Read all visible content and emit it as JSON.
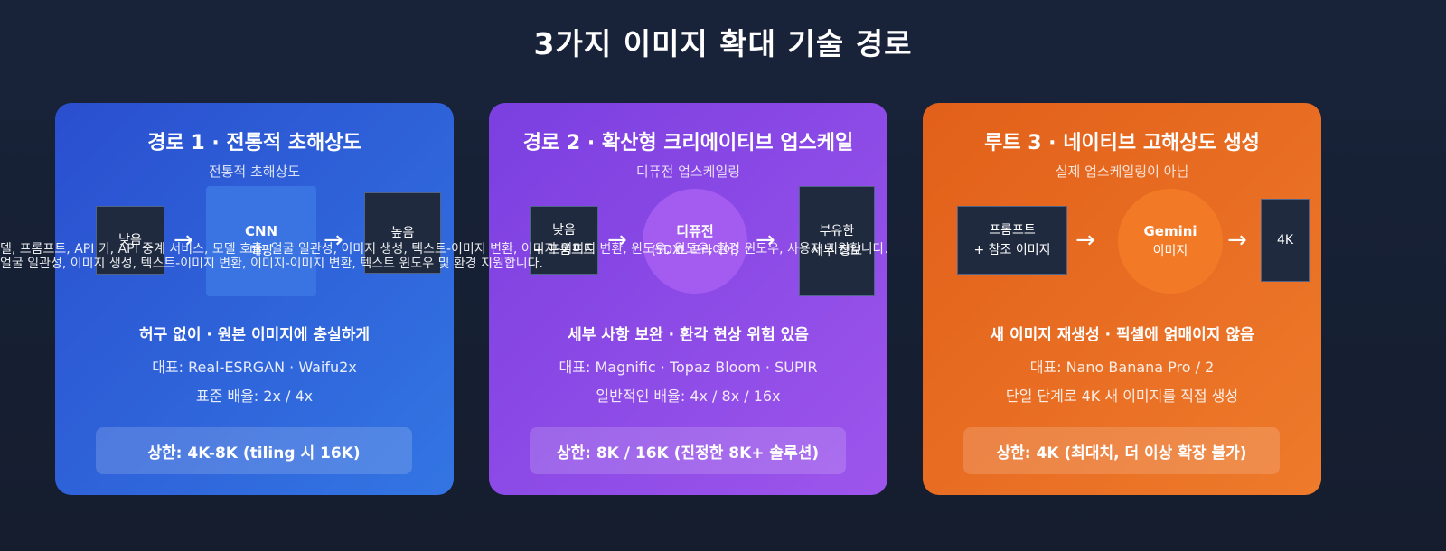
{
  "title": "3가지 이미지 확대 기술 경로",
  "overlay_text": {
    "line1": "델, 프롬프트, API 키, API 중계 서비스, 모델 호출, 얼굴 일관성, 이미지 생성, 텍스트-이미지 변환, 이미지-이미지 변환, 윈도우, 윈도우, 환경 윈도우, 사용자 지원합니다.",
    "line2": "얼굴 일관성, 이미지 생성, 텍스트-이미지 변환, 이미지-이미지 변환, 텍스트 윈도우 및 환경 지원합니다."
  },
  "cards": [
    {
      "color": "#2f63dc",
      "title": "경로 1 · 전통적 초해상도",
      "subtitle": "전통적 초해상도",
      "nodes": [
        {
          "lines": [
            "낮음"
          ]
        },
        {
          "lines": [
            "CNN",
            "매핑"
          ]
        },
        {
          "lines": [
            "높음"
          ]
        }
      ],
      "arrows": [
        "→",
        "→"
      ],
      "emphasis": "허구 없이 · 원본 이미지에 충실하게",
      "representative": "대표: Real-ESRGAN · Waifu2x",
      "ratio": "표준 배율: 2x / 4x",
      "limit": "상한: 4K-8K (tiling 시 16K)"
    },
    {
      "color": "#8b4ae6",
      "title": "경로 2 · 확산형 크리에이티브 업스케일",
      "subtitle": "디퓨전 업스케일링",
      "nodes": [
        {
          "lines": [
            "낮음",
            "+ 프롬프트"
          ]
        },
        {
          "lines": [
            "디퓨전",
            "(SDXL 프라이어)"
          ]
        },
        {
          "lines": [
            "부유한",
            "세부 정보"
          ]
        }
      ],
      "arrows": [
        "→",
        "→"
      ],
      "emphasis": "세부 사항 보완 · 환각 현상 위험 있음",
      "representative": "대표: Magnific · Topaz Bloom · SUPIR",
      "ratio": "일반적인 배율: 4x / 8x / 16x",
      "limit": "상한: 8K / 16K (진정한 8K+ 솔루션)"
    },
    {
      "color": "#e86a22",
      "title": "루트 3 · 네이티브 고해상도 생성",
      "subtitle": "실제 업스케일링이 아님",
      "nodes": [
        {
          "lines": [
            "프롬프트",
            "+ 참조 이미지"
          ]
        },
        {
          "lines": [
            "Gemini",
            "이미지"
          ]
        },
        {
          "lines": [
            "4K"
          ]
        }
      ],
      "arrows": [
        "→",
        "→"
      ],
      "emphasis": "새 이미지 재생성 · 픽셀에 얽매이지 않음",
      "representative": "대표: Nano Banana Pro / 2",
      "ratio": "단일 단계로 4K 새 이미지를 직접 생성",
      "limit": "상한: 4K (최대치, 더 이상 확장 불가)"
    }
  ]
}
